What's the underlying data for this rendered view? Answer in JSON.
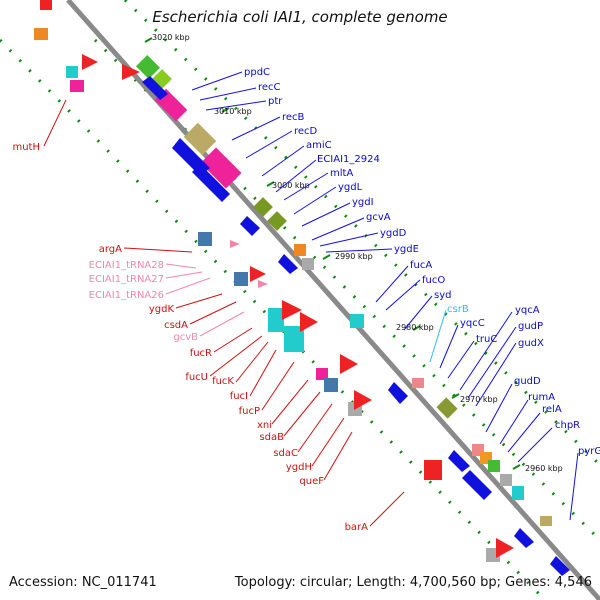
{
  "title": "Escherichia coli IAI1, complete genome",
  "footer": {
    "accession": "Accession: NC_011741",
    "topology": "Topology: circular; Length: 4,700,560 bp; Genes: 4,546"
  },
  "colors": {
    "backbone": "#8a8a8a",
    "forward_label": "#0a0acc",
    "reverse_label": "#cc1111",
    "trna_label": "#ee88aa",
    "srna_label": "#33bbee",
    "dots": "#118811"
  },
  "tick_labels": [
    "3020 kbp",
    "3010 kbp",
    "3000 kbp",
    "2990 kbp",
    "2980 kbp",
    "2970 kbp",
    "2960 kbp"
  ],
  "forward_labels": [
    "ppdC",
    "recC",
    "ptr",
    "recB",
    "recD",
    "amiC",
    "ECIAI1_2924",
    "mltA",
    "ygdL",
    "ygdI",
    "gcvA",
    "ygdD",
    "ygdE",
    "fucA",
    "fucO",
    "syd",
    "yqcC",
    "truC",
    "yqcA",
    "gudP",
    "gudX",
    "gudD",
    "rumA",
    "relA",
    "chpR",
    "pyrG"
  ],
  "srna_labels": [
    "csrB"
  ],
  "reverse_labels": [
    "mutH",
    "argA",
    "ygdK",
    "csdA",
    "fucR",
    "fucU",
    "fucK",
    "fucI",
    "fucP",
    "xni",
    "sdaB",
    "sdaC",
    "ygdH",
    "queF",
    "barA"
  ],
  "trna_labels": [
    "ECIAI1_tRNA28",
    "ECIAI1_tRNA27",
    "ECIAI1_tRNA26",
    "gcvB"
  ]
}
